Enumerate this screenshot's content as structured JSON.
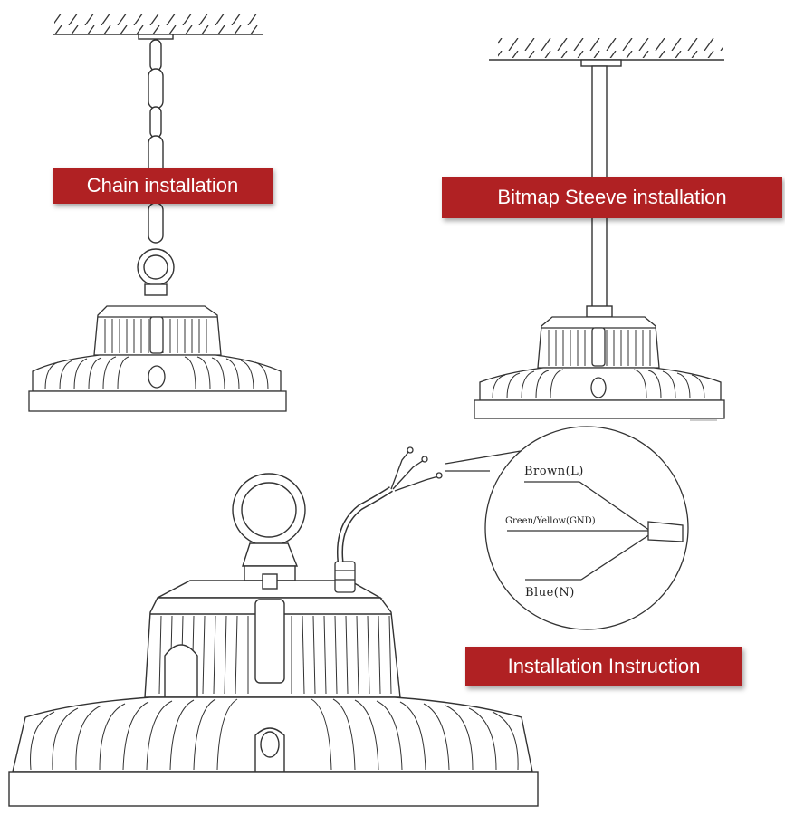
{
  "labels": {
    "chain": "Chain installation",
    "bitmap": "Bitmap Steeve installation",
    "instruction": "Installation Instruction"
  },
  "wires": {
    "brown": "Brown(L)",
    "green_yellow": "Green/Yellow(GND)",
    "blue": "Blue(N)"
  },
  "colors": {
    "banner": "#b02123",
    "line": "#333333"
  }
}
